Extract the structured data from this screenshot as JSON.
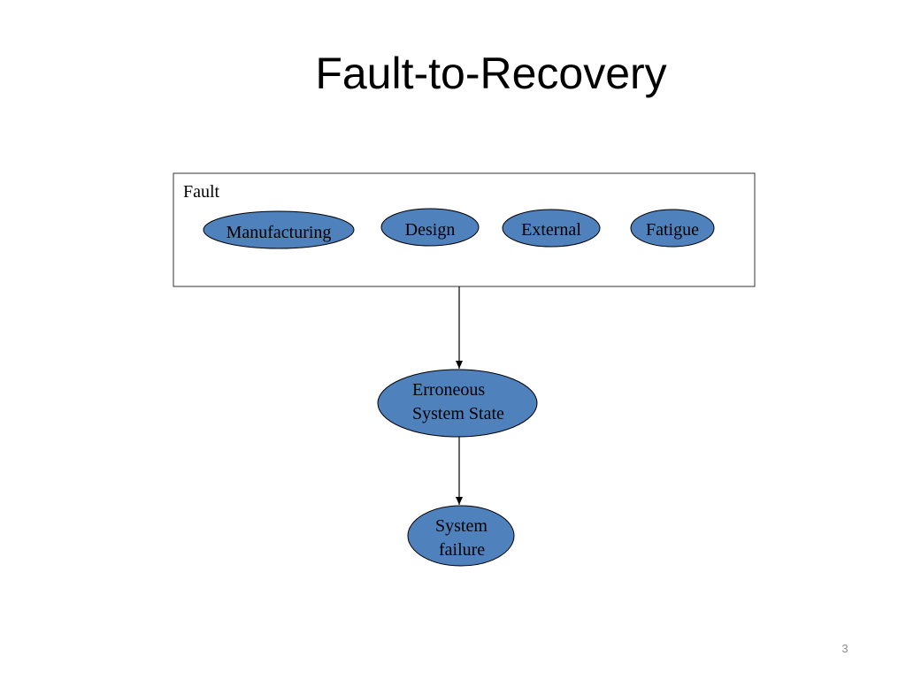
{
  "slide": {
    "title": "Fault-to-Recovery",
    "page_number": "3"
  },
  "diagram": {
    "fault_box": {
      "label": "Fault",
      "categories": [
        "Manufacturing",
        "Design",
        "External",
        "Fatigue"
      ]
    },
    "nodes": [
      {
        "lines": [
          "Erroneous",
          "System State"
        ]
      },
      {
        "lines": [
          "System",
          "failure"
        ]
      }
    ],
    "colors": {
      "node_fill": "#4f81bd",
      "node_stroke": "#000000",
      "box_stroke": "#333333",
      "arrow": "#000000"
    }
  }
}
